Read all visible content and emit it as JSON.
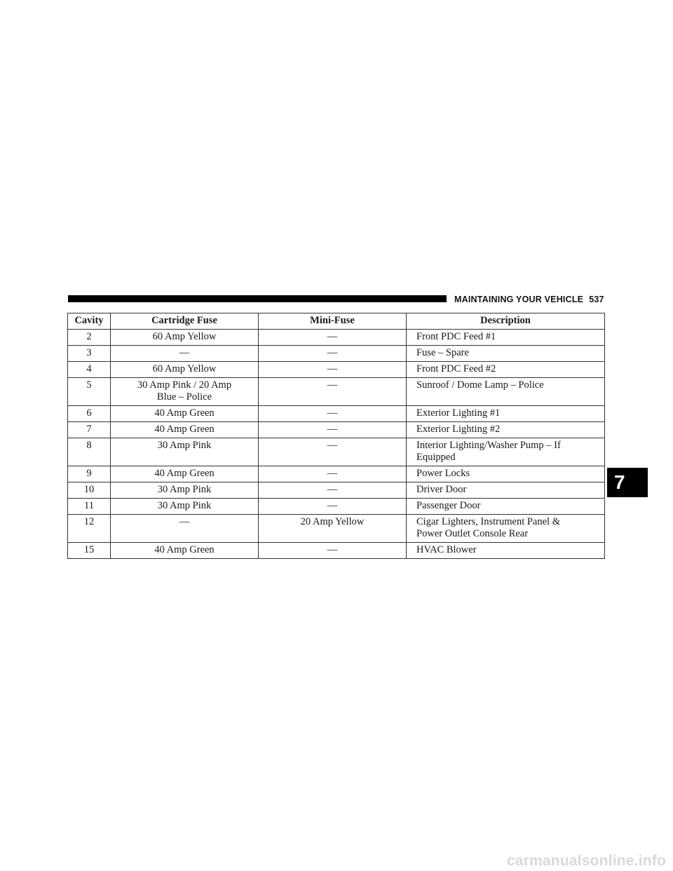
{
  "header": {
    "section_title": "MAINTAINING YOUR VEHICLE",
    "page_number": "537"
  },
  "table": {
    "columns": [
      "Cavity",
      "Cartridge Fuse",
      "Mini-Fuse",
      "Description"
    ],
    "rows": [
      {
        "cavity": "2",
        "cartridge": [
          "60 Amp Yellow"
        ],
        "mini": "—",
        "description": [
          "Front PDC Feed #1"
        ]
      },
      {
        "cavity": "3",
        "cartridge": [
          "—"
        ],
        "mini": "—",
        "description": [
          "Fuse – Spare"
        ]
      },
      {
        "cavity": "4",
        "cartridge": [
          "60 Amp Yellow"
        ],
        "mini": "—",
        "description": [
          "Front PDC Feed #2"
        ]
      },
      {
        "cavity": "5",
        "cartridge": [
          "30 Amp Pink / 20 Amp",
          "Blue – Police"
        ],
        "mini": "—",
        "description": [
          "Sunroof / Dome Lamp – Police"
        ]
      },
      {
        "cavity": "6",
        "cartridge": [
          "40 Amp Green"
        ],
        "mini": "—",
        "description": [
          "Exterior Lighting #1"
        ]
      },
      {
        "cavity": "7",
        "cartridge": [
          "40 Amp Green"
        ],
        "mini": "—",
        "description": [
          "Exterior Lighting #2"
        ]
      },
      {
        "cavity": "8",
        "cartridge": [
          "30 Amp Pink"
        ],
        "mini": "—",
        "description": [
          "Interior Lighting/Washer Pump – If",
          "Equipped"
        ]
      },
      {
        "cavity": "9",
        "cartridge": [
          "40 Amp Green"
        ],
        "mini": "—",
        "description": [
          "Power Locks"
        ]
      },
      {
        "cavity": "10",
        "cartridge": [
          "30 Amp Pink"
        ],
        "mini": "—",
        "description": [
          "Driver Door"
        ]
      },
      {
        "cavity": "11",
        "cartridge": [
          "30 Amp Pink"
        ],
        "mini": "—",
        "description": [
          "Passenger Door"
        ]
      },
      {
        "cavity": "12",
        "cartridge": [
          "—"
        ],
        "mini": "20 Amp Yellow",
        "description": [
          "Cigar Lighters, Instrument Panel &",
          "Power Outlet Console Rear"
        ]
      },
      {
        "cavity": "15",
        "cartridge": [
          "40 Amp Green"
        ],
        "mini": "—",
        "description": [
          "HVAC Blower"
        ]
      }
    ]
  },
  "chapter_tab": "7",
  "watermark": "carmanualsonline.info"
}
